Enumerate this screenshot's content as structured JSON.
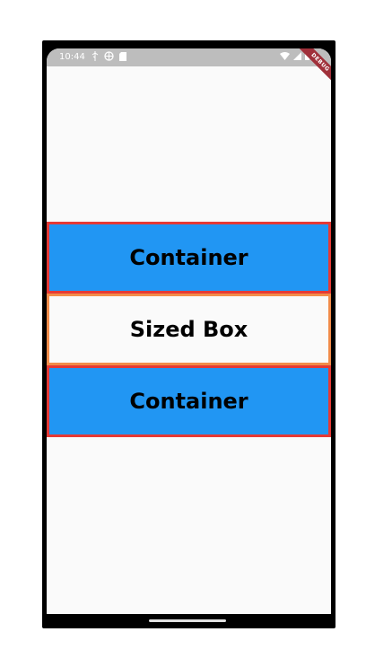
{
  "status_bar": {
    "time": "10:44",
    "debug_label": "DEBUG"
  },
  "blocks": [
    {
      "label": "Container"
    },
    {
      "label": "Sized Box"
    },
    {
      "label": "Container"
    }
  ],
  "colors": {
    "container_fill": "#2196f3",
    "container_border": "#e53935",
    "sized_box_border": "#f28c4a",
    "status_bar": "#bdbdbd"
  },
  "icons": [
    "usb-icon",
    "vpn-icon",
    "sd-card-icon",
    "wifi-icon",
    "cell-signal-icon",
    "battery-icon"
  ]
}
